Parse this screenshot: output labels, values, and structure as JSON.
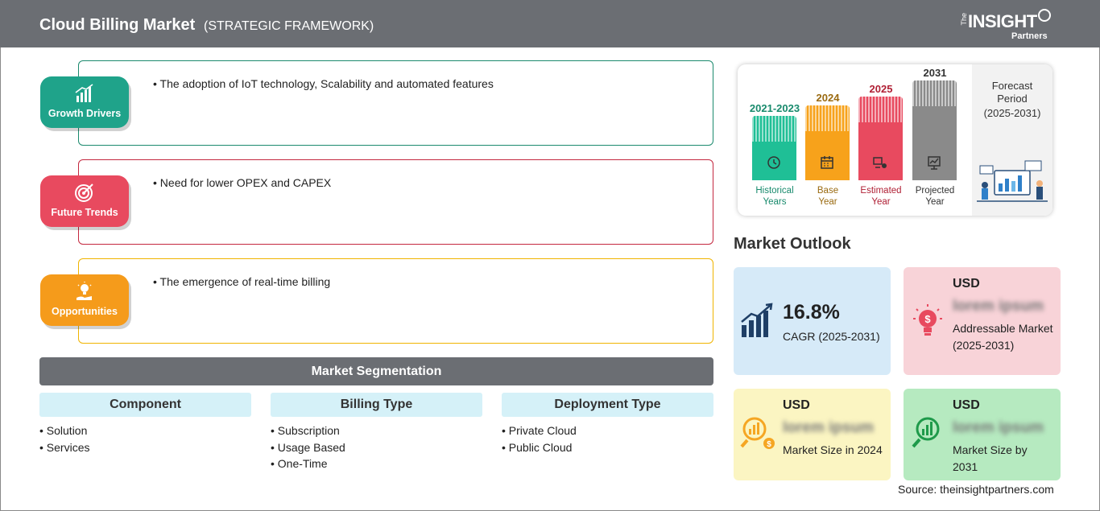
{
  "header": {
    "title": "Cloud Billing Market",
    "subtitle": "(STRATEGIC FRAMEWORK)",
    "logo": {
      "the": "The",
      "insight": "INSIGHT",
      "partners": "Partners"
    }
  },
  "framework": [
    {
      "label": "Growth Drivers",
      "text": "• The adoption of IoT technology, Scalability and automated features",
      "color": "#1fa38a",
      "border": "#1b8a6e",
      "icon": "bar-chart-growth-icon"
    },
    {
      "label": "Future Trends",
      "text": "• Need for lower OPEX and CAPEX",
      "color": "#e84a5f",
      "border": "#c4283f",
      "icon": "target-icon"
    },
    {
      "label": "Opportunities",
      "text": "• The emergence of real-time billing",
      "color": "#f59b1b",
      "border": "#f0b400",
      "icon": "lightbulb-hand-icon"
    }
  ],
  "segmentation": {
    "title": "Market Segmentation",
    "columns": [
      {
        "head": "Component",
        "items": [
          "• Solution",
          "• Services"
        ]
      },
      {
        "head": "Billing Type",
        "items": [
          "• Subscription",
          "• Usage Based",
          "• One-Time"
        ]
      },
      {
        "head": "Deployment Type",
        "items": [
          "• Private Cloud",
          "• Public Cloud"
        ]
      }
    ]
  },
  "timeline": {
    "bars": [
      {
        "year": "2021-2023",
        "label1": "Historical",
        "label2": "Years",
        "color": "#1fbf96",
        "yearColor": "#178a6c",
        "icon": "history-icon"
      },
      {
        "year": "2024",
        "label1": "Base",
        "label2": "Year",
        "color": "#f7a21b",
        "yearColor": "#9a6a10",
        "icon": "calendar-icon"
      },
      {
        "year": "2025",
        "label1": "Estimated",
        "label2": "Year",
        "color": "#e84a5f",
        "yearColor": "#b02035",
        "icon": "estimate-icon"
      },
      {
        "year": "2031",
        "label1": "Projected",
        "label2": "Year",
        "color": "#8a8a8a",
        "yearColor": "#333333",
        "icon": "projection-icon"
      }
    ],
    "forecast": {
      "line1": "Forecast",
      "line2": "Period",
      "line3": "(2025-2031)"
    }
  },
  "outlook": {
    "title": "Market Outlook",
    "cagr": {
      "value": "16.8%",
      "label": "CAGR (2025-2031)"
    },
    "addressable": {
      "usd": "USD",
      "value": "lorem ipsum",
      "desc": "Addressable Market (2025-2031)"
    },
    "size2024": {
      "usd": "USD",
      "value": "lorem ipsum",
      "desc": "Market Size in 2024"
    },
    "size2031": {
      "usd": "USD",
      "value": "lorem ipsum",
      "desc": "Market Size by 2031"
    }
  },
  "source": "Source: theinsightpartners.com"
}
